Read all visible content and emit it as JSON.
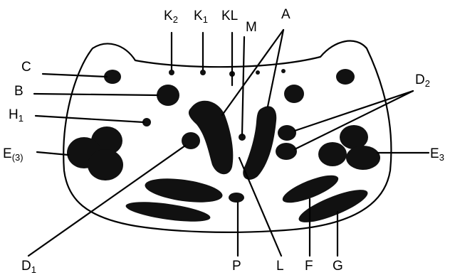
{
  "labels": {
    "K2": {
      "main": "K",
      "sub": "2"
    },
    "K1": {
      "main": "K",
      "sub": "1"
    },
    "KL": {
      "main": "KL"
    },
    "M": {
      "main": "M"
    },
    "A": {
      "main": "A"
    },
    "C": {
      "main": "C"
    },
    "B": {
      "main": "B"
    },
    "D2": {
      "main": "D",
      "sub": "2"
    },
    "H1": {
      "main": "H",
      "sub": "1"
    },
    "E_left": {
      "main": "E",
      "sub": "(3)"
    },
    "E3": {
      "main": "E",
      "sub": "3"
    },
    "D1": {
      "main": "D",
      "sub": "1"
    },
    "P": {
      "main": "P"
    },
    "L": {
      "main": "L"
    },
    "F": {
      "main": "F"
    },
    "G": {
      "main": "G"
    }
  }
}
